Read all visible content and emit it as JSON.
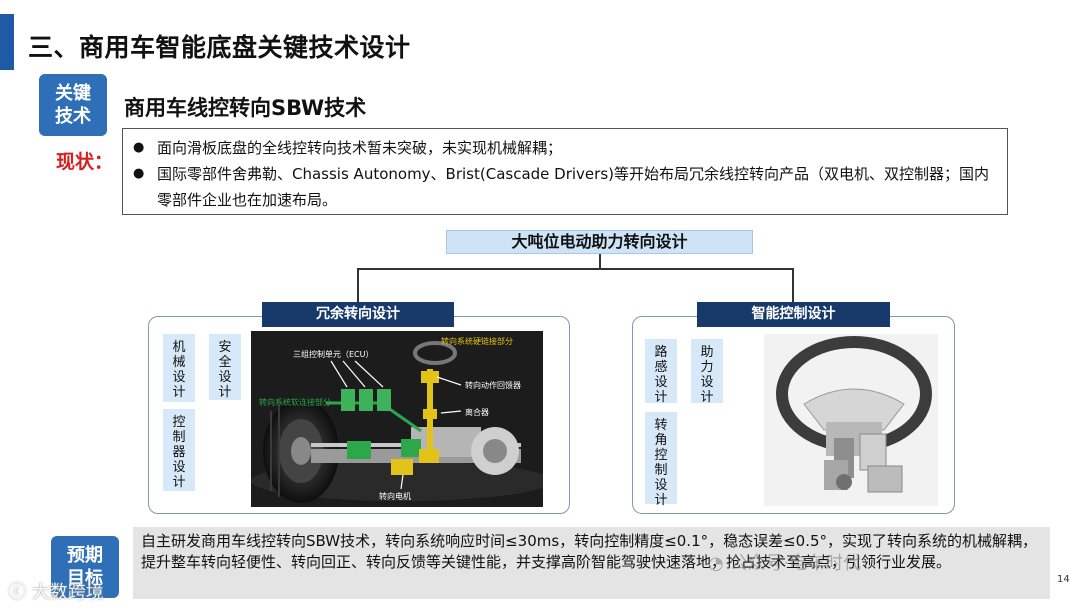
{
  "header": {
    "title": "三、商用车智能底盘关键技术设计",
    "accent_color": "#1f5aa6"
  },
  "key_tech": {
    "tag": "关键技术",
    "section_title": "商用车线控转向SBW技术"
  },
  "status": {
    "label": "现状：",
    "bullets": [
      "面向滑板底盘的全线控转向技术暂未突破，未实现机械解耦；",
      "国际零部件舍弗勒、Chassis Autonomy、Brist(Cascade Drivers)等开始布局冗余线控转向产品（双电机、双控制器；国内零部件企业也在加速布局。"
    ]
  },
  "diagram": {
    "top_node": "大吨位电动助力转向设计",
    "left": {
      "header": "冗余转向设计",
      "items": [
        "机械设计",
        "安全设计",
        "控制器设计"
      ],
      "photo_labels": {
        "ecu": "三组控制单元（ECU）",
        "hard_link": "转向系统硬链接部分",
        "feedback": "转向动作回馈器",
        "soft_link": "转向系统软连接部分",
        "clutch": "离合器",
        "motor": "转向电机"
      }
    },
    "right": {
      "header": "智能控制设计",
      "items": [
        "路感设计",
        "助力设计",
        "转角控制设计"
      ]
    }
  },
  "goal": {
    "tag": "预期目标",
    "text": "自主研发商用车线控转向SBW技术，转向系统响应时间≤30ms，转向控制精度≤0.1°，稳态误差≤0.5°，实现了转向系统的机械解耦，提升整车转向轻便性、转向回正、转向反馈等关键性能，并支撑高阶智能驾驶快速落地，抢占技术至高点，引领行业发展。"
  },
  "page_number": "14",
  "watermarks": {
    "bottom_left": "大数跨境",
    "bottom_right": "公众号·电车时代"
  },
  "icons": [
    "chat-bubble-icon",
    "wechat-icon"
  ]
}
